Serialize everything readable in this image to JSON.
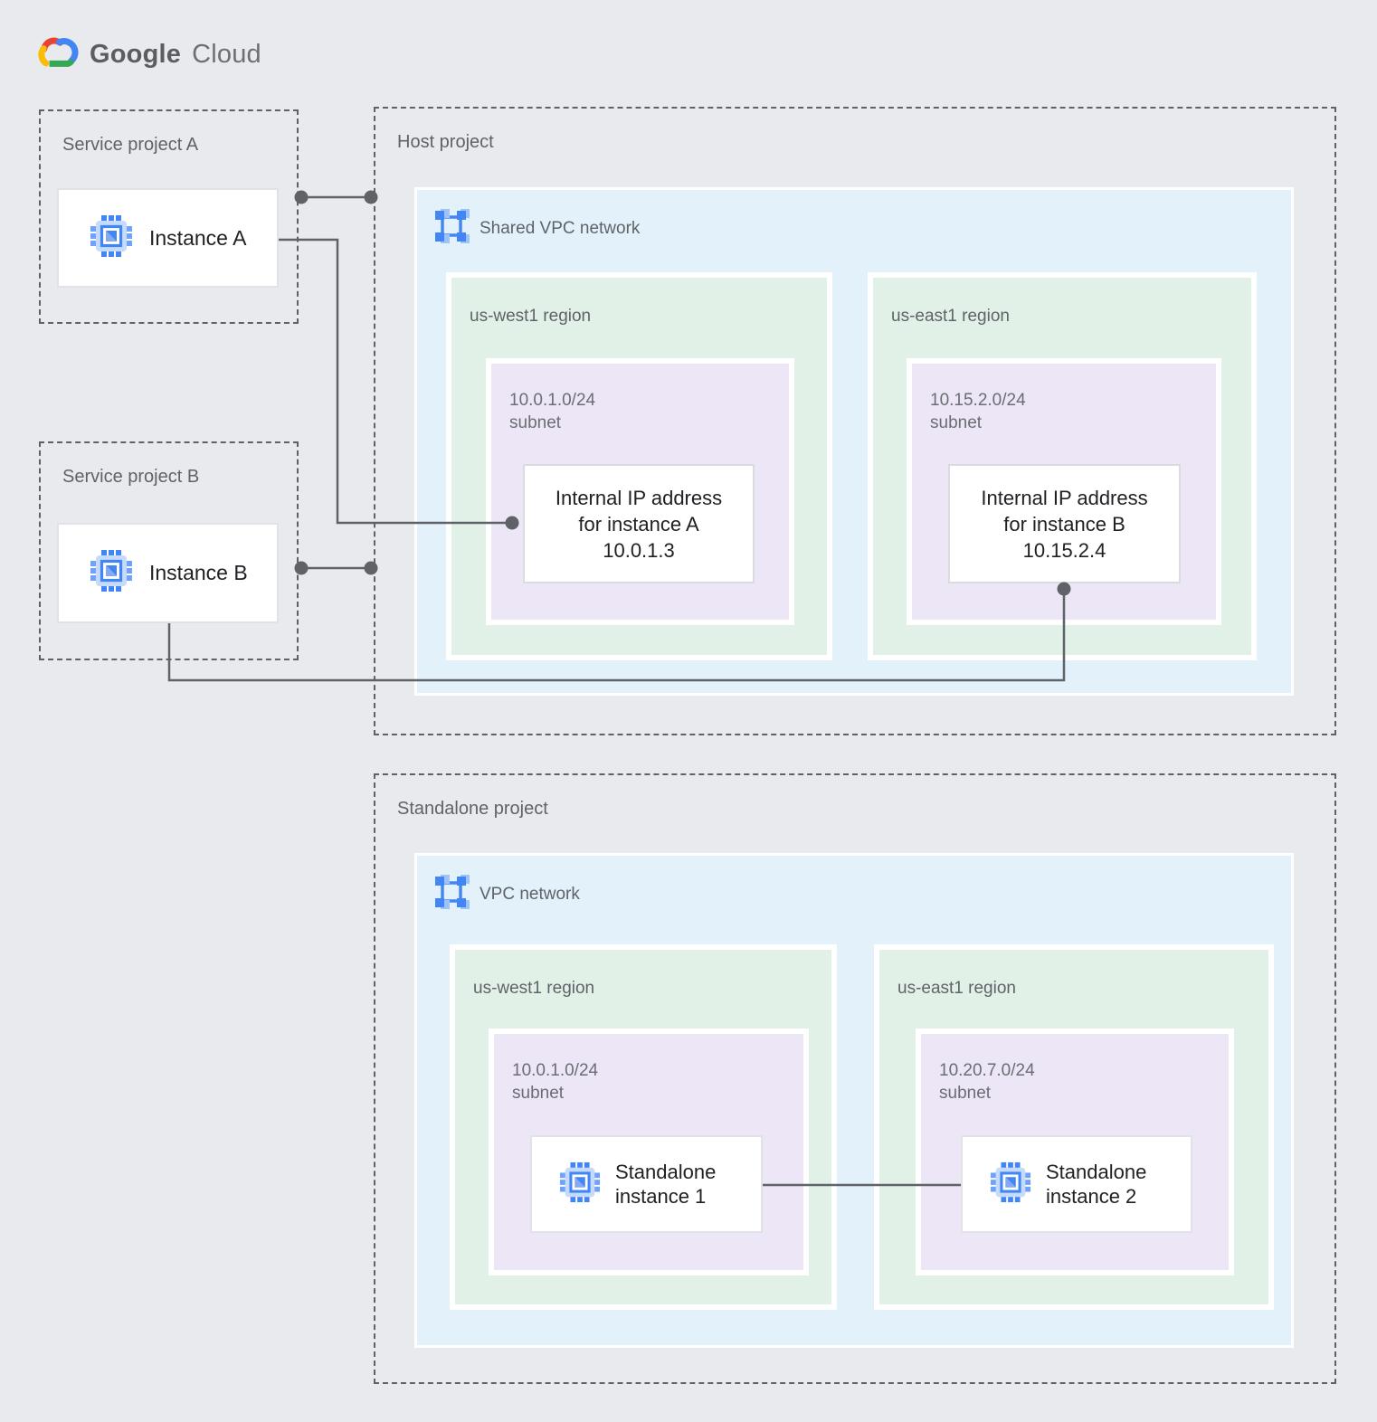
{
  "brand": {
    "google": "Google",
    "cloud": "Cloud"
  },
  "colors": {
    "background": "#E8EAED",
    "network_fill": "#E3F1FB",
    "region_fill": "#E2F1E8",
    "subnet_fill": "#ECE6F6",
    "card_fill": "#FFFFFF",
    "label_gray": "#5F6368",
    "text_dark": "#202124",
    "connector": "#5F6368",
    "icon_blue": "#4285F4",
    "icon_blue_light": "#A8C7FA"
  },
  "service_project_a": {
    "label": "Service project A",
    "instance_label": "Instance A"
  },
  "service_project_b": {
    "label": "Service project B",
    "instance_label": "Instance B"
  },
  "host_project": {
    "label": "Host project",
    "network_label": "Shared VPC network",
    "regions": [
      {
        "label": "us-west1 region",
        "subnet_cidr": "10.0.1.0/24",
        "subnet_word": "subnet",
        "card": {
          "line1": "Internal IP address",
          "line2": "for instance A",
          "line3": "10.0.1.3"
        }
      },
      {
        "label": "us-east1 region",
        "subnet_cidr": "10.15.2.0/24",
        "subnet_word": "subnet",
        "card": {
          "line1": "Internal IP address",
          "line2": "for instance B",
          "line3": "10.15.2.4"
        }
      }
    ]
  },
  "standalone_project": {
    "label": "Standalone project",
    "network_label": "VPC network",
    "regions": [
      {
        "label": "us-west1 region",
        "subnet_cidr": "10.0.1.0/24",
        "subnet_word": "subnet",
        "card": {
          "line1": "Standalone",
          "line2": "instance 1"
        }
      },
      {
        "label": "us-east1 region",
        "subnet_cidr": "10.20.7.0/24",
        "subnet_word": "subnet",
        "card": {
          "line1": "Standalone",
          "line2": "instance 2"
        }
      }
    ]
  }
}
